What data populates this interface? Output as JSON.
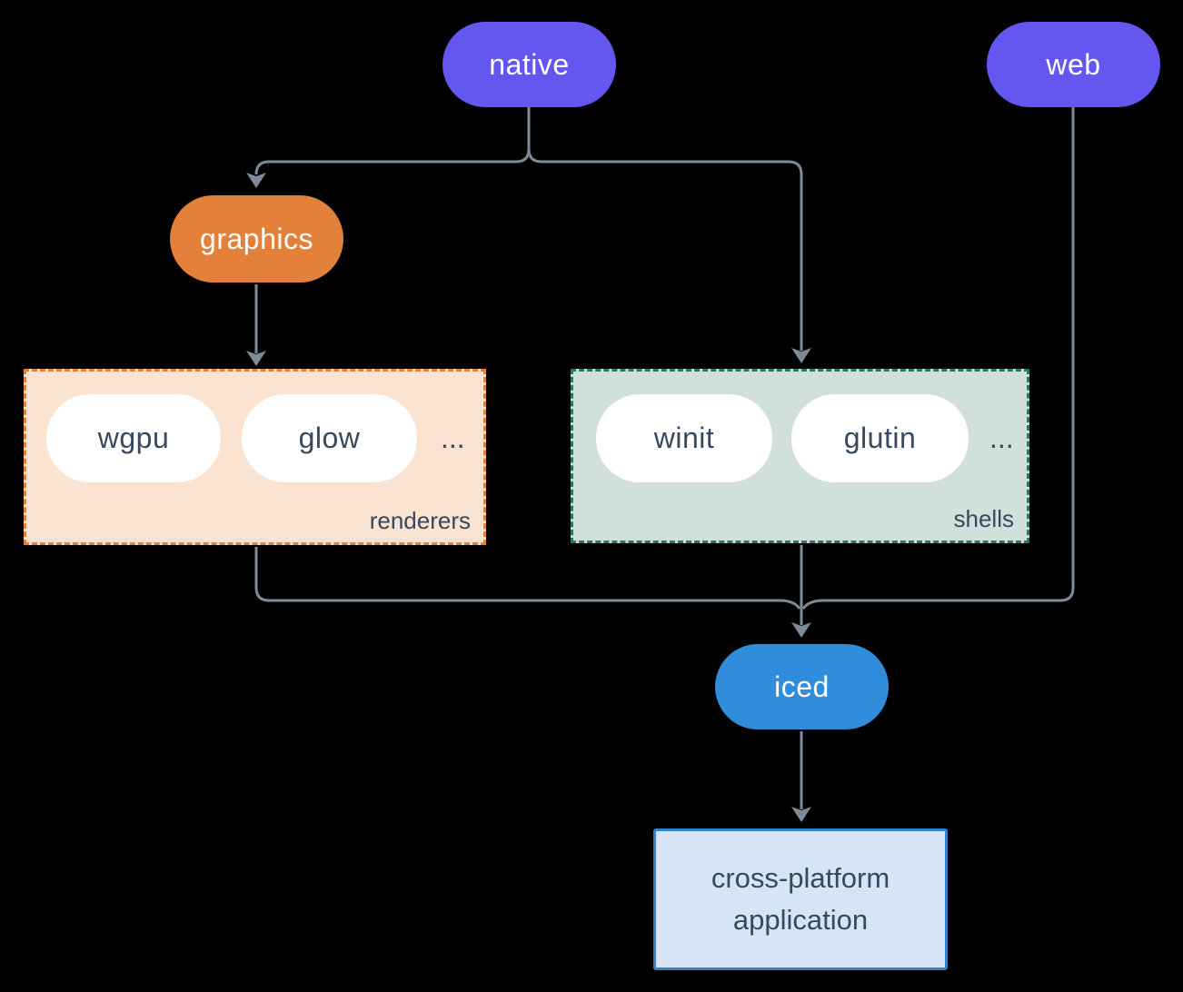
{
  "colors": {
    "bg": "#000000",
    "purple": "#6457ef",
    "orange": "#e3803a",
    "blue": "#2f8ddc",
    "line": "#7d8a98",
    "peach-bg": "#fae3d1",
    "sage-bg": "#d1e0db",
    "teal-border": "#2a7868",
    "app-bg": "#d5e5f6",
    "app-border": "#3281cd",
    "dark-text": "#36495e",
    "white-text": "#ffffff"
  },
  "nodes": {
    "native": {
      "label": "native"
    },
    "web": {
      "label": "web"
    },
    "graphics": {
      "label": "graphics"
    },
    "iced": {
      "label": "iced"
    },
    "application": {
      "label_line1": "cross-platform",
      "label_line2": "application"
    }
  },
  "groups": {
    "renderers": {
      "label": "renderers",
      "ellipsis": "...",
      "items": [
        {
          "label": "wgpu"
        },
        {
          "label": "glow"
        }
      ]
    },
    "shells": {
      "label": "shells",
      "ellipsis": "...",
      "items": [
        {
          "label": "winit"
        },
        {
          "label": "glutin"
        }
      ]
    }
  }
}
